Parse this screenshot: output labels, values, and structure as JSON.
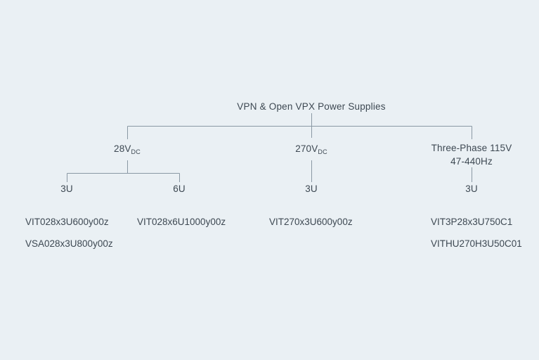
{
  "diagram": {
    "type": "tree",
    "background_color": "#eaf0f4",
    "line_color": "#8a98a4",
    "text_color": "#3d4852",
    "root": {
      "label": "VPN & Open  VPX Power Supplies"
    },
    "branches": [
      {
        "id": "28vdc",
        "label_main": "28V",
        "label_sub": "DC",
        "children": [
          {
            "id": "28vdc-3u",
            "label": "3U",
            "parts": [
              "VIT028x3U600y00z",
              "VSA028x3U800y00z"
            ]
          },
          {
            "id": "28vdc-6u",
            "label": "6U",
            "parts": [
              "VIT028x6U1000y00z"
            ]
          }
        ]
      },
      {
        "id": "270vdc",
        "label_main": "270V",
        "label_sub": "DC",
        "children": [
          {
            "id": "270vdc-3u",
            "label": "3U",
            "parts": [
              "VIT270x3U600y00z"
            ]
          }
        ]
      },
      {
        "id": "three-phase",
        "label_line1": "Three-Phase 115V",
        "label_line2": "47-440Hz",
        "children": [
          {
            "id": "three-phase-3u",
            "label": "3U",
            "parts": [
              "VIT3P28x3U750C1",
              "VITHU270H3U50C01"
            ]
          }
        ]
      }
    ]
  }
}
